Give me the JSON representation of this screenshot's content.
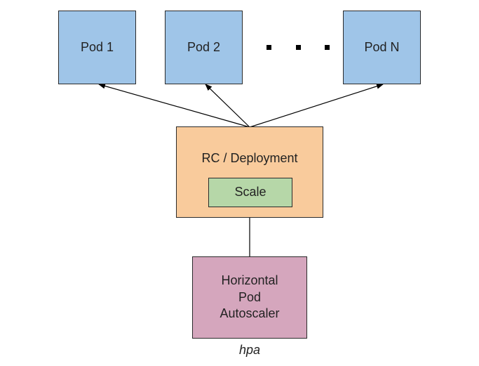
{
  "diagram": {
    "pods": [
      {
        "label": "Pod 1"
      },
      {
        "label": "Pod 2"
      },
      {
        "label": "Pod N"
      }
    ],
    "ellipsis": "· · ·",
    "rc": {
      "label": "RC / Deployment"
    },
    "scale": {
      "label": "Scale"
    },
    "hpa": {
      "label": "Horizontal\nPod\nAutoscaler"
    },
    "caption": "hpa",
    "colors": {
      "pod_fill": "#9fc5e8",
      "rc_fill": "#f9cb9c",
      "scale_fill": "#b6d7a8",
      "hpa_fill": "#d5a6bd"
    }
  }
}
